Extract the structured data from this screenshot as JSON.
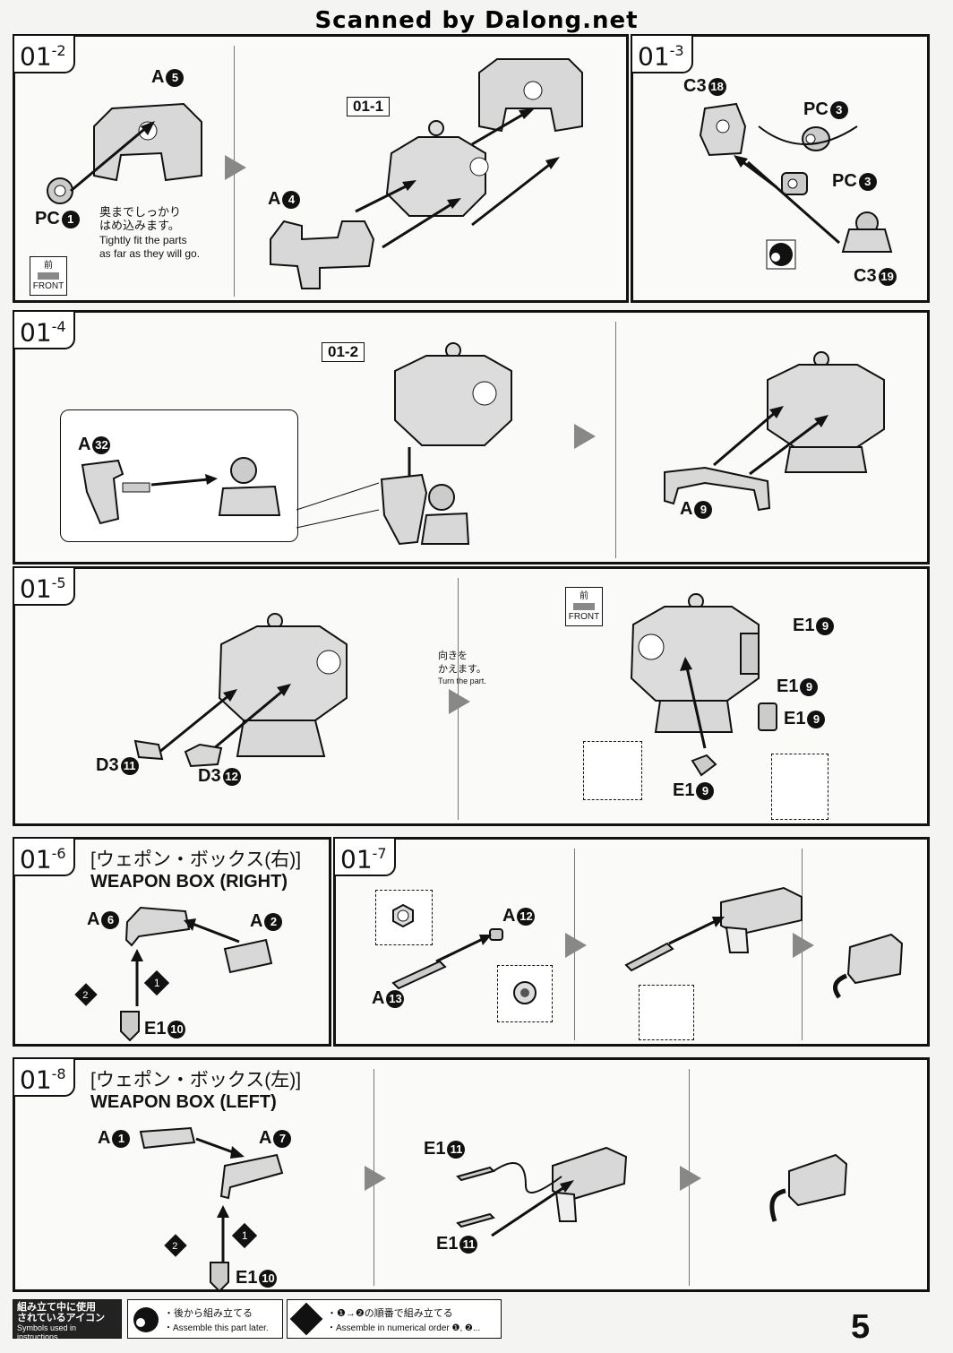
{
  "header": {
    "title": "Scanned by Dalong.net"
  },
  "steps": {
    "s01_2": {
      "tag_main": "01",
      "tag_sub": "-2",
      "parts": {
        "a5": "A",
        "a5n": "5",
        "pc1": "PC",
        "pc1n": "1",
        "a4": "A",
        "a4n": "4",
        "ref": "01-1"
      },
      "note_jp": "奥までしっかり\nはめ込みます。",
      "note_en": "Tightly fit the parts\nas far as they will go.",
      "front_jp": "前",
      "front_en": "FRONT"
    },
    "s01_3": {
      "tag_main": "01",
      "tag_sub": "-3",
      "parts": {
        "c3a": "C3",
        "c3an": "18",
        "pc_a": "PC",
        "pc_an": "3",
        "pc_b": "PC",
        "pc_bn": "3",
        "c3b": "C3",
        "c3bn": "19"
      }
    },
    "s01_4": {
      "tag_main": "01",
      "tag_sub": "-4",
      "parts": {
        "a32": "A",
        "a32n": "32",
        "ref": "01-2",
        "a9": "A",
        "a9n": "9"
      }
    },
    "s01_5": {
      "tag_main": "01",
      "tag_sub": "-5",
      "parts": {
        "d3a": "D3",
        "d3an": "11",
        "d3b": "D3",
        "d3bn": "12",
        "e1": "E1",
        "e1n": "9"
      },
      "turn_jp": "向きを\nかえます。",
      "turn_en": "Turn the part.",
      "front_jp": "前",
      "front_en": "FRONT"
    },
    "s01_6": {
      "tag_main": "01",
      "tag_sub": "-6",
      "title_jp": "[ウェポン・ボックス(右)]",
      "title_en": "WEAPON BOX (RIGHT)",
      "parts": {
        "a6": "A",
        "a6n": "6",
        "a2": "A",
        "a2n": "2",
        "e1": "E1",
        "e1n": "10",
        "o1": "1",
        "o2": "2"
      }
    },
    "s01_7": {
      "tag_main": "01",
      "tag_sub": "-7",
      "parts": {
        "a12": "A",
        "a12n": "12",
        "a13": "A",
        "a13n": "13"
      }
    },
    "s01_8": {
      "tag_main": "01",
      "tag_sub": "-8",
      "title_jp": "[ウェポン・ボックス(左)]",
      "title_en": "WEAPON BOX (LEFT)",
      "parts": {
        "a1": "A",
        "a1n": "1",
        "a7": "A",
        "a7n": "7",
        "e1": "E1",
        "e1n": "10",
        "e1b": "E1",
        "e1bn": "11",
        "o1": "1",
        "o2": "2"
      }
    }
  },
  "legend": {
    "title_jp": "組み立て中に使用\nされているアイコン",
    "title_en": "Symbols used in instructions",
    "later_jp": "・後から組み立てる",
    "later_en": "・Assemble this part later.",
    "order_jp": "・❶→❷の順番で組み立てる",
    "order_en": "・Assemble in numerical order ❶, ❷..."
  },
  "page": {
    "number": "5"
  },
  "colors": {
    "frame": "#111111",
    "paper": "#fafaf8",
    "arrow": "#888888"
  }
}
